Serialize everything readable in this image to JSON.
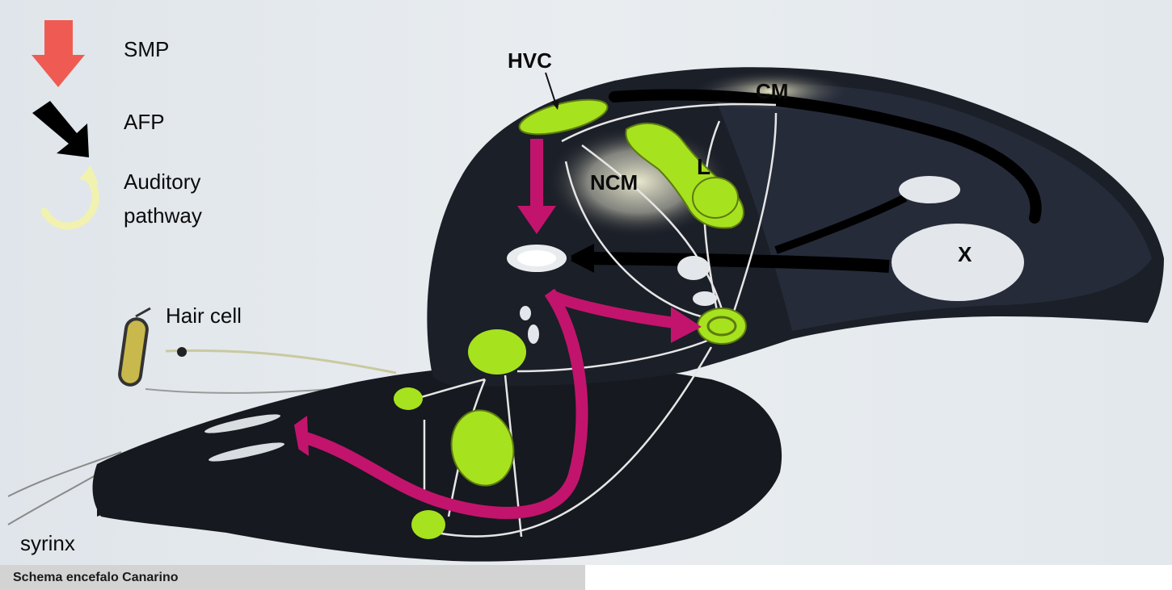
{
  "legend": {
    "smp": "SMP",
    "afp": "AFP",
    "auditory_line1": "Auditory",
    "auditory_line2": "pathway"
  },
  "labels": {
    "hvc": "HVC",
    "cm": "CM",
    "ncm": "NCM",
    "l": "L",
    "x": "X",
    "hair_cell": "Hair cell",
    "syrinx": "syrinx"
  },
  "caption": "Schema encefalo Canarino",
  "colors": {
    "smp_legend": "#ef5b52",
    "smp_path": "#c2146d",
    "afp": "#000000",
    "auditory": "#f2f2b0",
    "nucleus": "#a6e21e",
    "brain": "#15181f",
    "background": "#e4e9ed"
  },
  "icons": [
    "smp-arrow-icon",
    "afp-arrow-icon",
    "auditory-pathway-icon"
  ]
}
